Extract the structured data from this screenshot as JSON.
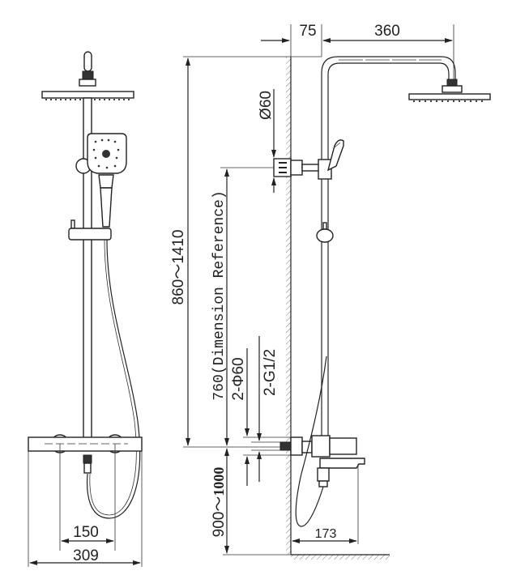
{
  "front_view": {
    "width_overall": "309",
    "inlet_spacing": "150"
  },
  "side_view": {
    "wall_offset": "75",
    "arm_reach": "360",
    "height_range": "860～1410",
    "reference_height": "760(Dimension Reference)",
    "holder_diameter": "Ø60",
    "inlet_covers": "2-Φ60",
    "inlet_thread": "2-G1/2",
    "mixer_height_prefix": "900～",
    "mixer_height_bold": "1000",
    "spout_projection": "173"
  },
  "colors": {
    "line": "#222222",
    "background": "#ffffff"
  }
}
